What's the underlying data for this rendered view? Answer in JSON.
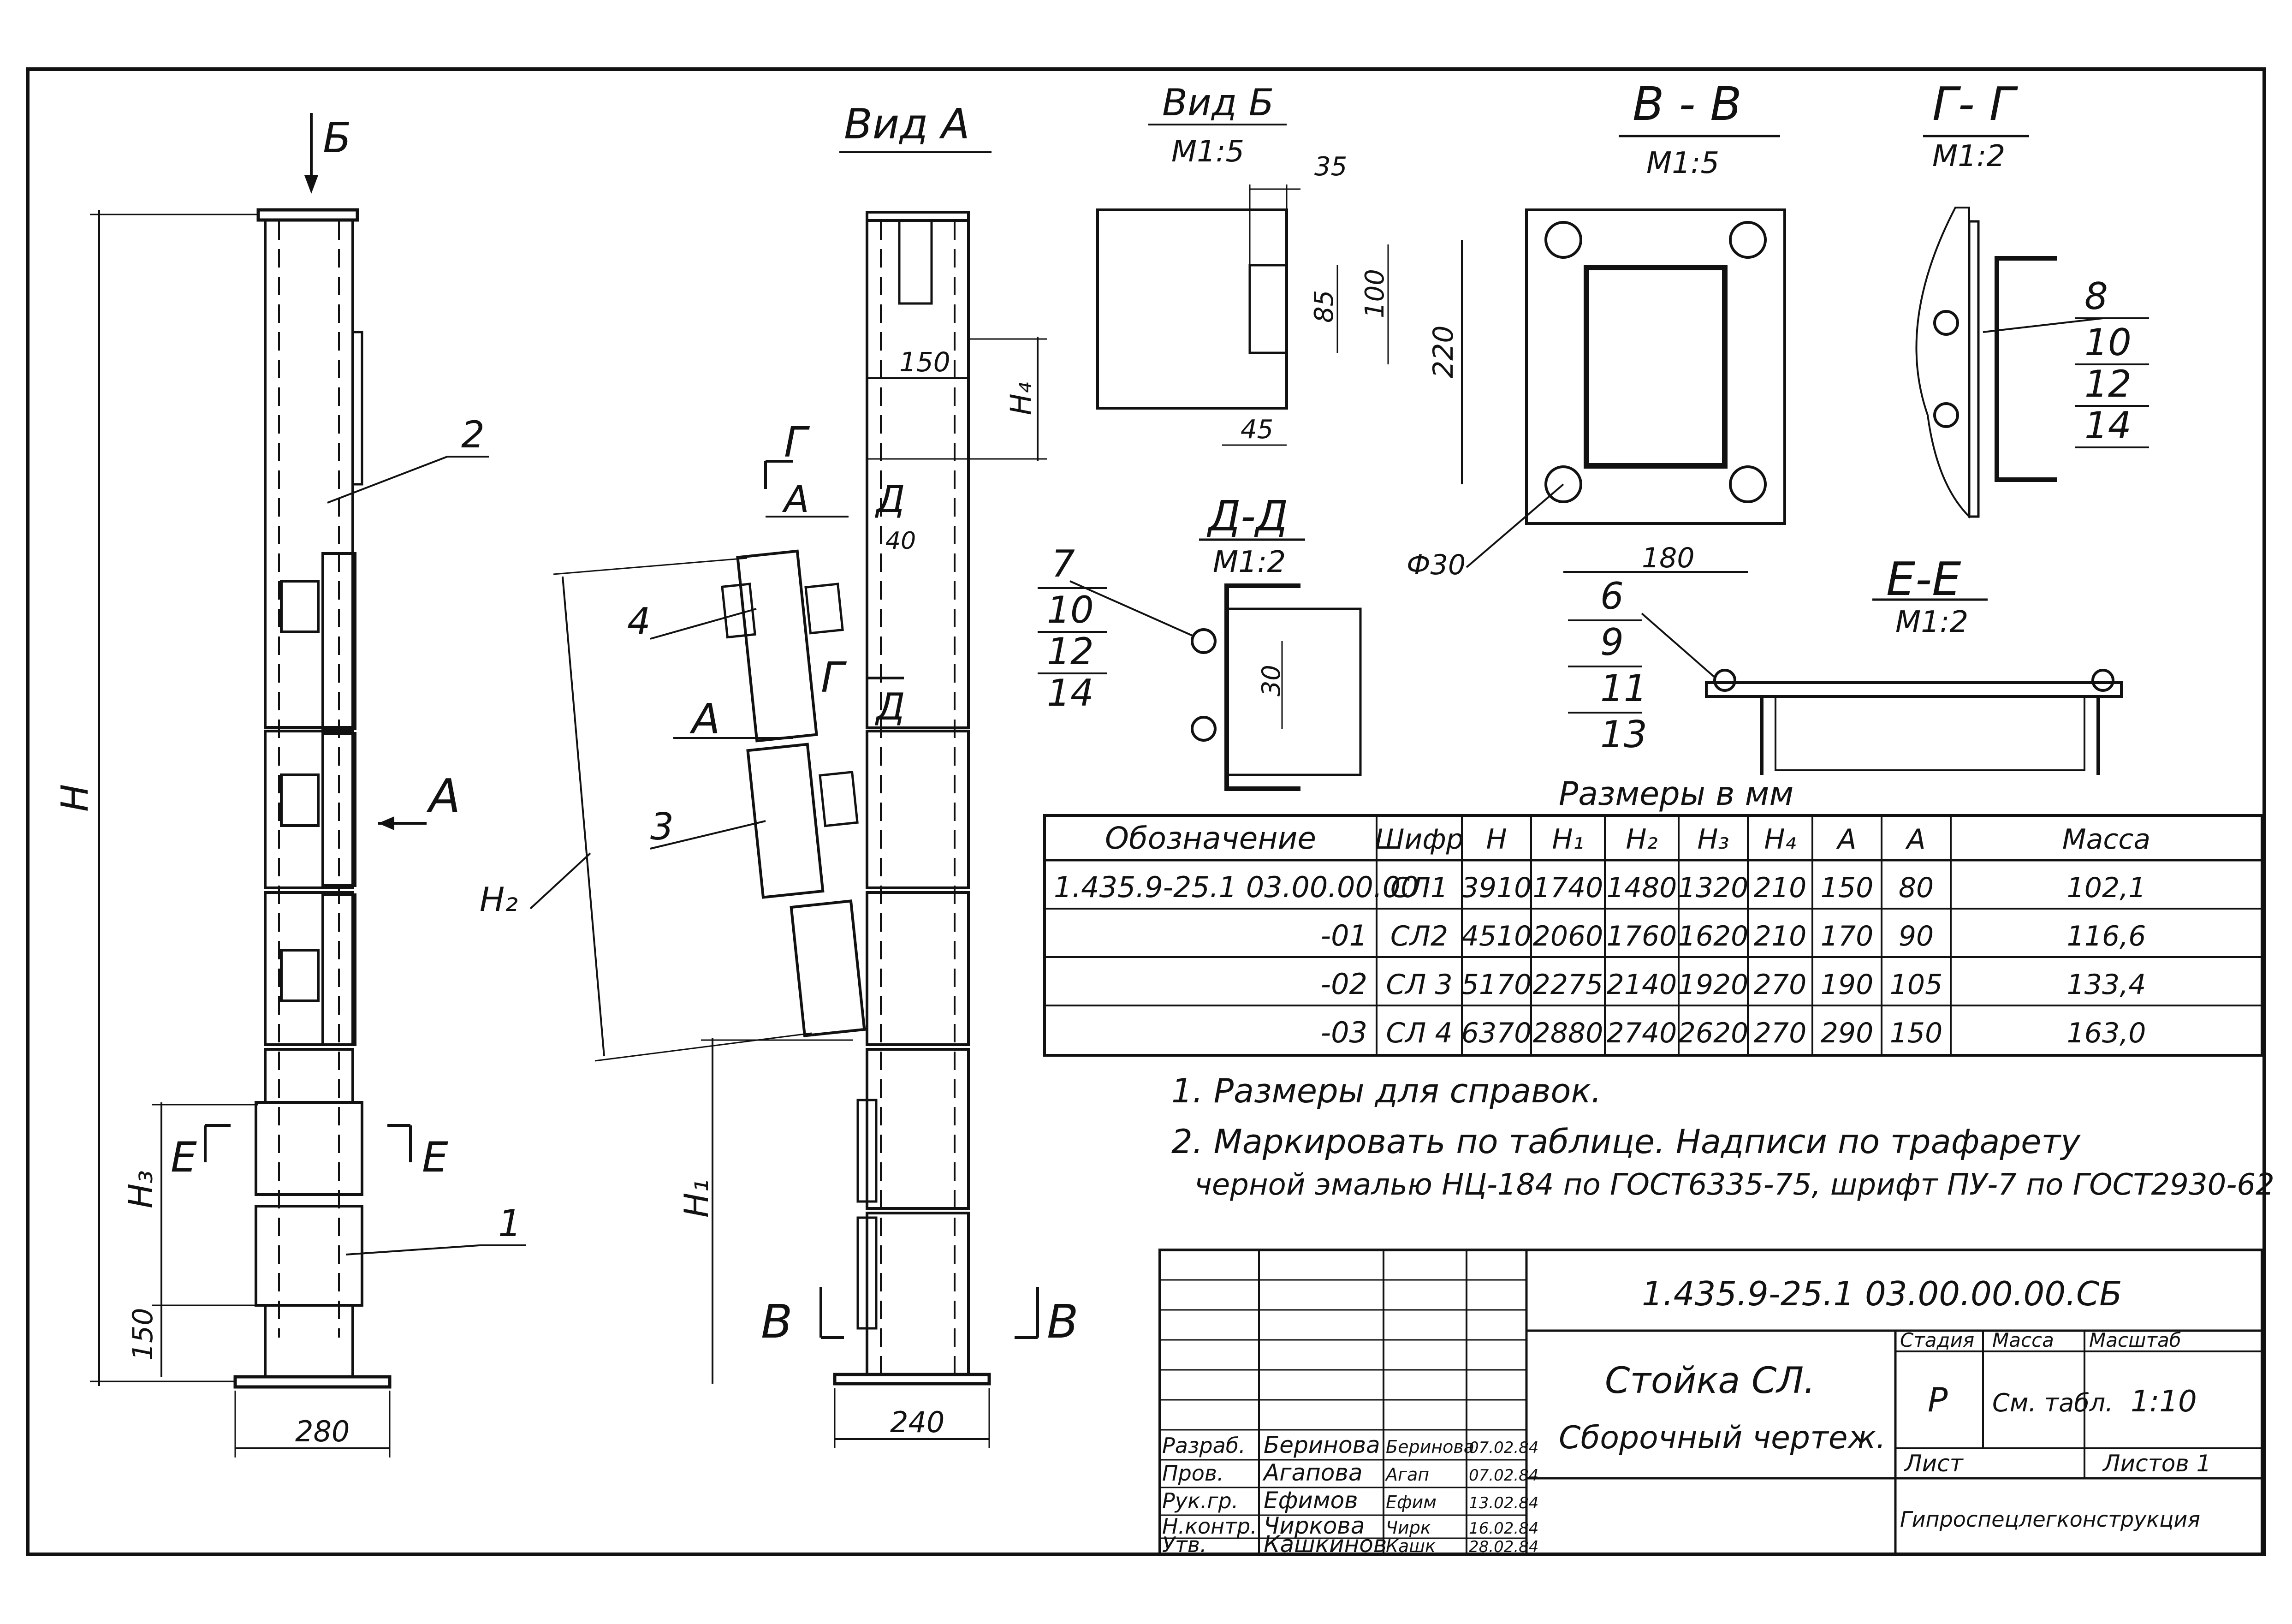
{
  "views": {
    "view_a": "Вид А",
    "view_b": {
      "title": "Вид Б",
      "scale": "М1:5"
    },
    "section_vv": {
      "title": "В - В",
      "scale": "М1:5"
    },
    "section_gg": {
      "title": "Г- Г",
      "scale": "М1:2"
    },
    "section_dd": {
      "title": "Д-Д",
      "scale": "М1:2"
    },
    "section_ee": {
      "title": "Е-Е",
      "scale": "М1:2"
    }
  },
  "markers": {
    "b_arrow": "Б",
    "a_arrow": "А",
    "a_small_1": "А",
    "a_small_2": "А",
    "g_1": "Г",
    "g_2": "Г",
    "d_1": "Д",
    "d_2": "Д",
    "e_left": "Е",
    "e_right": "Е",
    "v_left": "В",
    "v_right": "В"
  },
  "dimensions": {
    "H": "Н",
    "H1": "Н₁",
    "H2": "Н₂",
    "H3": "Н₃",
    "H4": "Н₄",
    "d150_bottom": "150",
    "d280": "280",
    "d240": "240",
    "d150_top": "150",
    "d40": "40",
    "b35": "35",
    "b85": "85",
    "b100": "100",
    "b45": "45",
    "v220": "220",
    "v180": "180",
    "v_phi30": "Ф30",
    "dd30": "30"
  },
  "positions": {
    "p1": "1",
    "p2": "2",
    "p3": "3",
    "p4": "4"
  },
  "callouts_gg": [
    "8",
    "10",
    "12",
    "14"
  ],
  "callouts_dd": [
    "7",
    "10",
    "12",
    "14"
  ],
  "callouts_ee": [
    "6",
    "9",
    "11",
    "13"
  ],
  "table": {
    "caption": "Размеры в мм",
    "headers": [
      "Обозначение",
      "Шифр",
      "Н",
      "Н₁",
      "Н₂",
      "Н₃",
      "Н₄",
      "А",
      "А",
      "Масса"
    ],
    "rows": [
      [
        "1.435.9-25.1 03.00.00.00",
        "СЛ1",
        "3910",
        "1740",
        "1480",
        "1320",
        "210",
        "150",
        "80",
        "102,1"
      ],
      [
        "-01",
        "СЛ2",
        "4510",
        "2060",
        "1760",
        "1620",
        "210",
        "170",
        "90",
        "116,6"
      ],
      [
        "-02",
        "СЛ 3",
        "5170",
        "2275",
        "2140",
        "1920",
        "270",
        "190",
        "105",
        "133,4"
      ],
      [
        "-03",
        "СЛ 4",
        "6370",
        "2880",
        "2740",
        "2620",
        "270",
        "290",
        "150",
        "163,0"
      ]
    ]
  },
  "notes": [
    "1. Размеры для   справок.",
    "2. Маркировать по таблице. Надписи по трафарету",
    "черной эмалью НЦ-184 по ГОСТ6335-75, шрифт ПУ-7 по ГОСТ2930-62"
  ],
  "title_block": {
    "code": "1.435.9-25.1 03.00.00.00.СБ",
    "name_line1": "Стойка СЛ.",
    "name_line2": "Сборочный чертеж.",
    "stage_label": "Стадия",
    "mass_label": "Масса",
    "scale_label": "Масштаб",
    "stage": "Р",
    "mass": "См. табл.",
    "scale": "1:10",
    "sheet_label": "Лист",
    "sheets_label": "Листов 1",
    "org": "Гипроспецлегконструкция",
    "people": [
      {
        "role": "Разраб.",
        "name": "Беринова",
        "sign": "Беринова",
        "date": "07.02.84"
      },
      {
        "role": "Пров.",
        "name": "Агапова",
        "sign": "Агап",
        "date": "07.02.84"
      },
      {
        "role": "Рук.гр.",
        "name": "Ефимов",
        "sign": "Ефим",
        "date": "13.02.84"
      },
      {
        "role": "Н.контр.",
        "name": "Чиркова",
        "sign": "Чирк",
        "date": "16.02.84"
      },
      {
        "role": "Утв.",
        "name": "Кашкинов",
        "sign": "Кашк",
        "date": "28.02.84"
      }
    ]
  }
}
